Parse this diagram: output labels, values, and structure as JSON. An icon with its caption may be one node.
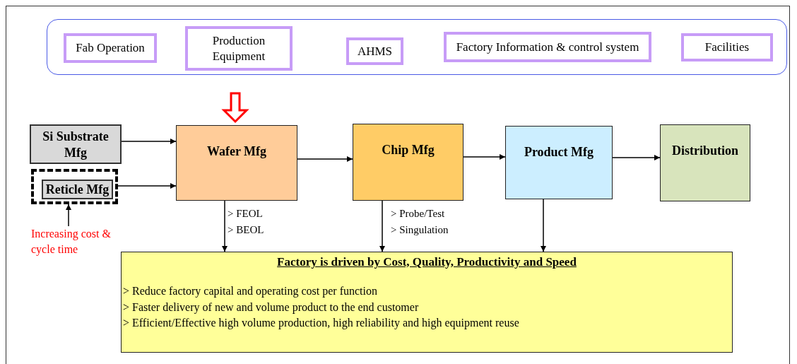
{
  "diagram": {
    "nodes": [
      {
        "text": [],
        "shape": "box"
      },
      {
        "text": [
          "Fab Operation"
        ],
        "in": 0
      },
      {
        "text": [
          "Production Equipment"
        ],
        "in": 0
      },
      {
        "text": [
          "AHMS"
        ],
        "in": 0
      },
      {
        "text": [
          "Factory Information & control system"
        ],
        "in": 0
      },
      {
        "text": [
          "Facilities"
        ],
        "in": 0
      },
      {
        "text": [
          "Si Substrate Mfg"
        ]
      },
      {
        "text": [],
        "shape": "box"
      },
      {
        "text": [
          "Reticle Mfg"
        ],
        "in": 7
      },
      {
        "text": [
          "Wafer Mfg"
        ]
      },
      {
        "text": [
          "Chip Mfg"
        ]
      },
      {
        "text": [
          "Product Mfg"
        ]
      },
      {
        "text": [
          "Distribution"
        ]
      },
      {
        "text": [
          "Factory is driven by Cost, Quality, Productivity and Speed",
          "> Reduce factory capital and operating cost per function",
          "> Faster delivery of new and volume product to the end customer",
          "> Efficient/Effective high volume production, high reliability and high equipment reuse"
        ]
      },
      {
        "text": [
          "Increasing cost & cycle time"
        ]
      }
    ],
    "edges": [
      {
        "from": null,
        "to": 9,
        "arrow": "to",
        "style": "thick",
        "color": "#ff0000"
      },
      {
        "from": 6,
        "to": 9,
        "arrow": "to"
      },
      {
        "from": 7,
        "to": 9,
        "arrow": "to"
      },
      {
        "from": 9,
        "to": 10,
        "arrow": "to"
      },
      {
        "from": 10,
        "to": 11,
        "arrow": "to"
      },
      {
        "from": 11,
        "to": 12,
        "arrow": "to"
      },
      {
        "from": 9,
        "to": 13,
        "arrow": "to"
      },
      {
        "from": 10,
        "to": 13,
        "arrow": "to"
      },
      {
        "from": 11,
        "to": 13,
        "arrow": "to"
      },
      {
        "from": 14,
        "to": 7,
        "arrow": "to"
      }
    ],
    "labels": [
      "> FEOL",
      "> BEOL",
      "> Probe/Test",
      "> Singulation"
    ]
  }
}
